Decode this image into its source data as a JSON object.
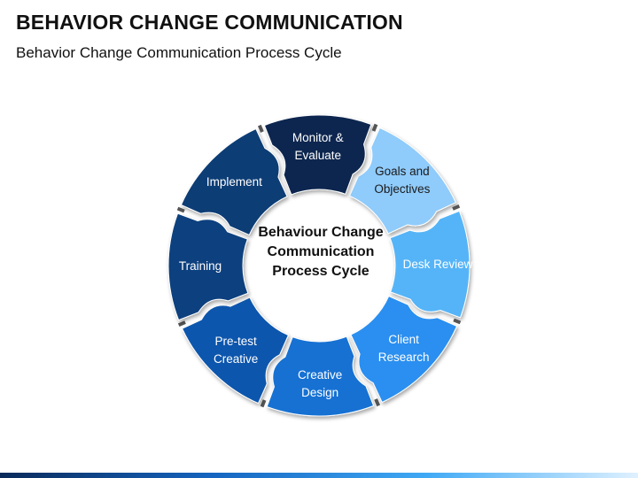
{
  "header": {
    "title": "BEHAVIOR CHANGE COMMUNICATION",
    "subtitle": "Behavior Change Communication Process Cycle"
  },
  "diagram": {
    "center_label": "Behaviour Change\nCommunication\nProcess Cycle",
    "segments": [
      {
        "label": "Goals and\nObjectives",
        "color": "#8fcbfb",
        "text_color": "#1a1a1a"
      },
      {
        "label": "Desk Review",
        "color": "#55b4f7",
        "text_color": "#ffffff"
      },
      {
        "label": "Client\nResearch",
        "color": "#2a8ff0",
        "text_color": "#ffffff"
      },
      {
        "label": "Creative\nDesign",
        "color": "#1371d3",
        "text_color": "#ffffff"
      },
      {
        "label": "Pre-test\nCreative",
        "color": "#0c57ad",
        "text_color": "#ffffff"
      },
      {
        "label": "Training",
        "color": "#0b3f7e",
        "text_color": "#ffffff"
      },
      {
        "label": "Implement",
        "color": "#0c3c75",
        "text_color": "#ffffff"
      },
      {
        "label": "Monitor &\nEvaluate",
        "color": "#0a2850",
        "text_color": "#ffffff"
      }
    ],
    "connector_color": "#555555"
  },
  "footer": {
    "colors": [
      "#0a2a5a",
      "#1565c0",
      "#3fa9f5",
      "#dff1ff"
    ]
  }
}
